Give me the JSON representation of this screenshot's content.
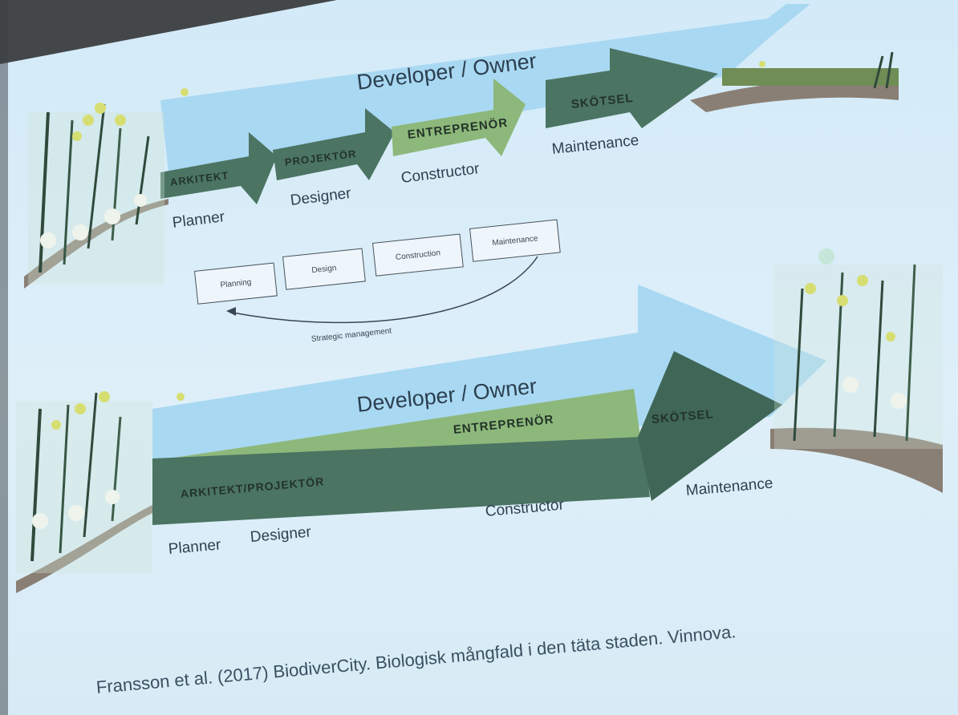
{
  "top_diagram": {
    "owner_label": "Developer / Owner",
    "stages": [
      {
        "swedish": "ARKITEKT",
        "english": "Planner"
      },
      {
        "swedish": "PROJEKTÖR",
        "english": "Designer"
      },
      {
        "swedish": "ENTREPRENÖR",
        "english": "Constructor"
      },
      {
        "swedish": "SKÖTSEL",
        "english": "Maintenance"
      }
    ],
    "phase_boxes": [
      "Planning",
      "Design",
      "Construction",
      "Maintenance"
    ],
    "feedback_label": "Strategic management"
  },
  "bottom_diagram": {
    "owner_label": "Developer / Owner",
    "combined_label": "ARKITEKT/PROJEKTÖR",
    "entrepreneur_label": "ENTREPRENÖR",
    "maintenance_label": "SKÖTSEL",
    "english_labels": [
      "Planner",
      "Designer",
      "Constructor",
      "Maintenance"
    ]
  },
  "citation": "Fransson et al. (2017) BiodiverCity. Biologisk mångfald i den täta staden. Vinnova.",
  "colors": {
    "slide_background": "#d6ebf7",
    "owner_band": "#a9d8f2",
    "stage_dark": "#4b7463",
    "stage_green": "#8db87b",
    "maintenance_arrow": "#3f6656",
    "ground": "#8a7f74"
  }
}
